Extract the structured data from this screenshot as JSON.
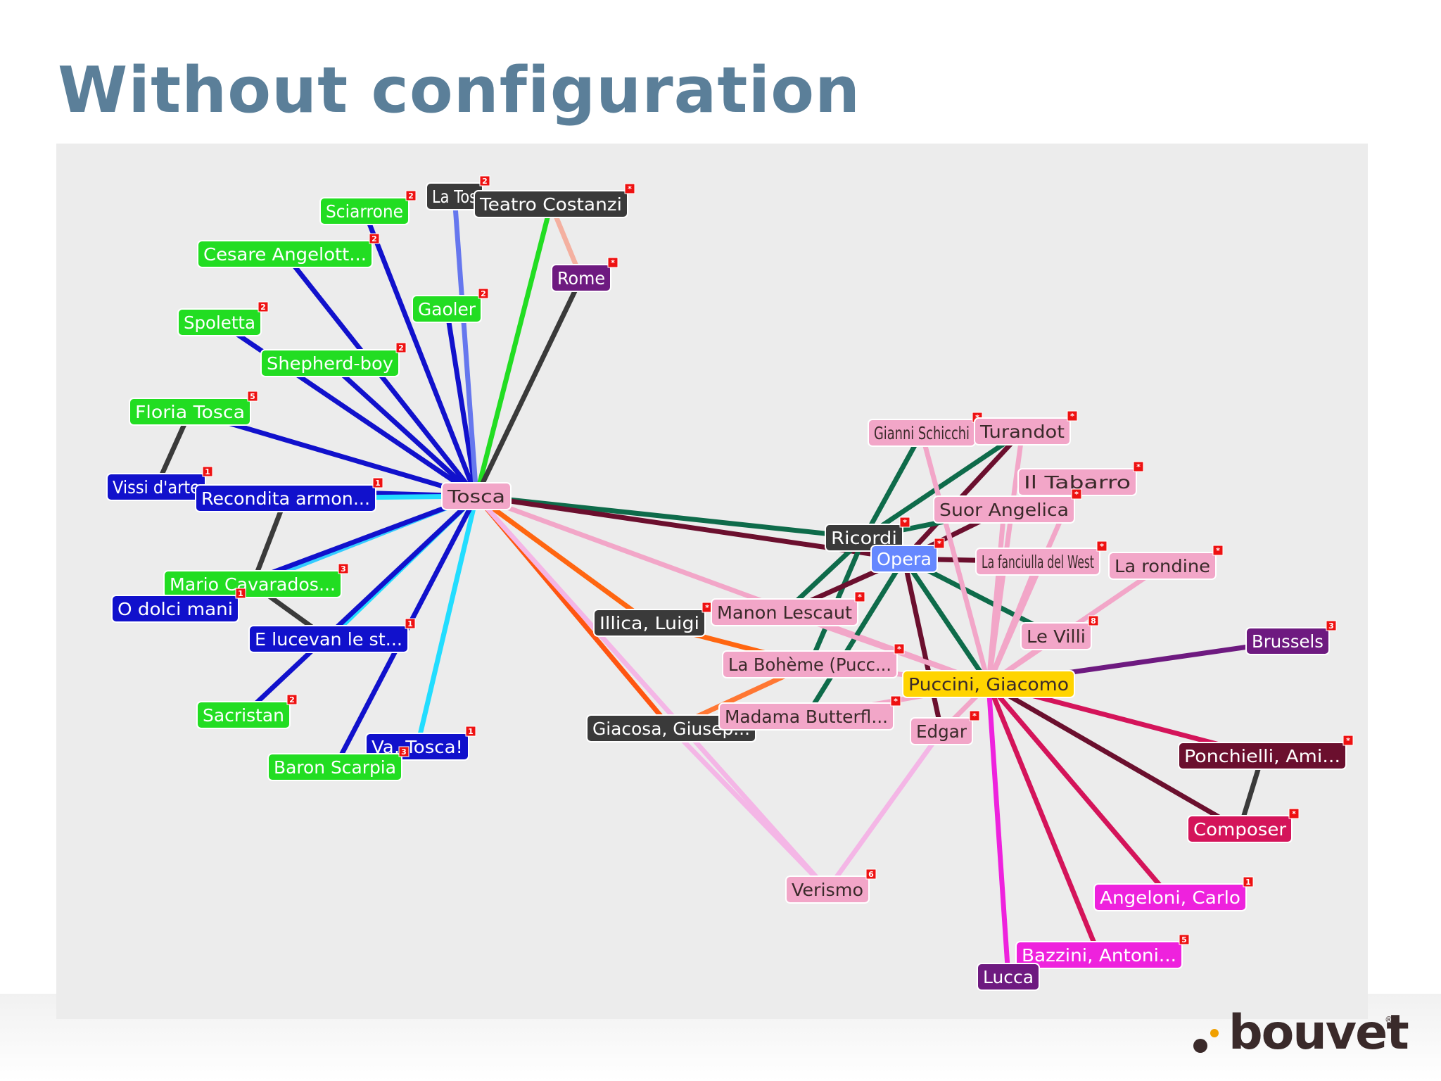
{
  "slide": {
    "title": "Without configuration"
  },
  "logo": {
    "text": "bouvet",
    "mark": "®"
  },
  "palette": {
    "green": "#22dd22",
    "blue": "#1111cc",
    "dark": "#3a3a3a",
    "pink": "#f2a6c8",
    "purple": "#6e1a80",
    "yellow": "#ffd400",
    "opera": "#6688ff",
    "maroon": "#6b0f2e",
    "crimson": "#d4145a",
    "magenta": "#ee22dd",
    "lilac": "#f4b6e6"
  },
  "graph": {
    "nodes": [
      {
        "id": "tosca",
        "label": "Tosca",
        "color": "pink"
      },
      {
        "id": "la_tosca",
        "label": "La Tos",
        "color": "dark",
        "badge": "2"
      },
      {
        "id": "teatro",
        "label": "Teatro Costanzi",
        "color": "dark",
        "badge": "*"
      },
      {
        "id": "rome",
        "label": "Rome",
        "color": "purple",
        "badge": "*"
      },
      {
        "id": "sciarrone",
        "label": "Sciarrone",
        "color": "green",
        "badge": "2"
      },
      {
        "id": "cesare",
        "label": "Cesare Angelott...",
        "color": "green",
        "badge": "2"
      },
      {
        "id": "gaoler",
        "label": "Gaoler",
        "color": "green",
        "badge": "2"
      },
      {
        "id": "spoletta",
        "label": "Spoletta",
        "color": "green",
        "badge": "2"
      },
      {
        "id": "shepherd",
        "label": "Shepherd-boy",
        "color": "green",
        "badge": "2"
      },
      {
        "id": "floria",
        "label": "Floria Tosca",
        "color": "green",
        "badge": "5"
      },
      {
        "id": "vissi",
        "label": "Vissi d'arte",
        "color": "blue",
        "badge": "1"
      },
      {
        "id": "recondita",
        "label": "Recondita armon...",
        "color": "blue",
        "badge": "1"
      },
      {
        "id": "mario",
        "label": "Mario Cavarados...",
        "color": "green",
        "badge": "3"
      },
      {
        "id": "odolci",
        "label": "O dolci mani",
        "color": "blue",
        "badge": "1"
      },
      {
        "id": "elucevan",
        "label": "E lucevan le st...",
        "color": "blue",
        "badge": "1"
      },
      {
        "id": "sacristan",
        "label": "Sacristan",
        "color": "green",
        "badge": "2"
      },
      {
        "id": "vatosca",
        "label": "Va, Tosca!",
        "color": "blue",
        "badge": "1"
      },
      {
        "id": "scarpia",
        "label": "Baron Scarpia",
        "color": "green",
        "badge": "3"
      },
      {
        "id": "illica",
        "label": "Illica, Luigi",
        "color": "dark",
        "badge": "*"
      },
      {
        "id": "giacosa",
        "label": "Giacosa, Giusep...",
        "color": "dark",
        "badge": "*"
      },
      {
        "id": "manon",
        "label": "Manon Lescaut",
        "color": "pink",
        "badge": "*"
      },
      {
        "id": "boheme",
        "label": "La Bohème (Pucc...",
        "color": "pink",
        "badge": "*"
      },
      {
        "id": "butterfly",
        "label": "Madama Butterfl...",
        "color": "pink",
        "badge": "*"
      },
      {
        "id": "verismo",
        "label": "Verismo",
        "color": "pink",
        "badge": "6"
      },
      {
        "id": "ricordi",
        "label": "Ricordi",
        "color": "dark",
        "badge": "*"
      },
      {
        "id": "opera",
        "label": "Opera",
        "color": "opera",
        "badge": "*"
      },
      {
        "id": "gianni",
        "label": "Gianni Schicchi",
        "color": "pink",
        "badge": "*"
      },
      {
        "id": "turandot",
        "label": "Turandot",
        "color": "pink",
        "badge": "*"
      },
      {
        "id": "tabarro",
        "label": "Il Tabarro",
        "color": "pink",
        "badge": "*"
      },
      {
        "id": "suor",
        "label": "Suor Angelica",
        "color": "pink",
        "badge": "*"
      },
      {
        "id": "fanciulla",
        "label": "La fanciulla del West",
        "color": "pink",
        "badge": "*"
      },
      {
        "id": "rondine",
        "label": "La rondine",
        "color": "pink",
        "badge": "*"
      },
      {
        "id": "levilli",
        "label": "Le Villi",
        "color": "pink",
        "badge": "8"
      },
      {
        "id": "edgar",
        "label": "Edgar",
        "color": "pink",
        "badge": "*"
      },
      {
        "id": "puccini",
        "label": "Puccini, Giacomo",
        "color": "yellow"
      },
      {
        "id": "brussels",
        "label": "Brussels",
        "color": "purple",
        "badge": "3"
      },
      {
        "id": "ponchielli",
        "label": "Ponchielli, Ami...",
        "color": "maroon",
        "badge": "*"
      },
      {
        "id": "composer",
        "label": "Composer",
        "color": "crimson",
        "badge": "*"
      },
      {
        "id": "angeloni",
        "label": "Angeloni, Carlo",
        "color": "magenta",
        "badge": "1"
      },
      {
        "id": "bazzini",
        "label": "Bazzini, Antoni...",
        "color": "magenta",
        "badge": "5"
      },
      {
        "id": "lucca",
        "label": "Lucca",
        "color": "purple"
      }
    ],
    "edges": [
      {
        "from": "tosca",
        "to": "sciarrone",
        "color": "blue"
      },
      {
        "from": "tosca",
        "to": "cesare",
        "color": "blue"
      },
      {
        "from": "tosca",
        "to": "gaoler",
        "color": "blue"
      },
      {
        "from": "tosca",
        "to": "spoletta",
        "color": "blue"
      },
      {
        "from": "tosca",
        "to": "shepherd",
        "color": "blue"
      },
      {
        "from": "tosca",
        "to": "floria",
        "color": "blue"
      },
      {
        "from": "tosca",
        "to": "vissi",
        "color": "blue"
      },
      {
        "from": "tosca",
        "to": "recondita",
        "color": "#22ddff"
      },
      {
        "from": "tosca",
        "to": "mario",
        "color": "#33ccff"
      },
      {
        "from": "tosca",
        "to": "odolci",
        "color": "blue"
      },
      {
        "from": "tosca",
        "to": "elucevan",
        "color": "#22ddff"
      },
      {
        "from": "tosca",
        "to": "sacristan",
        "color": "blue"
      },
      {
        "from": "tosca",
        "to": "vatosca",
        "color": "#22ddff"
      },
      {
        "from": "tosca",
        "to": "scarpia",
        "color": "blue"
      },
      {
        "from": "tosca",
        "to": "la_tosca",
        "color": "#6677ee"
      },
      {
        "from": "tosca",
        "to": "teatro",
        "color": "green"
      },
      {
        "from": "tosca",
        "to": "rome",
        "color": "dark"
      },
      {
        "from": "teatro",
        "to": "rome",
        "color": "#f4b0a0"
      },
      {
        "from": "tosca",
        "to": "illica",
        "color": "#ff6611"
      },
      {
        "from": "tosca",
        "to": "giacosa",
        "color": "#ff5511"
      },
      {
        "from": "tosca",
        "to": "ricordi",
        "color": "#0e6b4a"
      },
      {
        "from": "tosca",
        "to": "opera",
        "color": "maroon"
      },
      {
        "from": "tosca",
        "to": "puccini",
        "color": "pink"
      },
      {
        "from": "tosca",
        "to": "verismo",
        "color": "lilac"
      },
      {
        "from": "floria",
        "to": "vissi",
        "color": "dark"
      },
      {
        "from": "mario",
        "to": "recondita",
        "color": "dark"
      },
      {
        "from": "mario",
        "to": "elucevan",
        "color": "dark"
      },
      {
        "from": "illica",
        "to": "boheme",
        "color": "#ff6611"
      },
      {
        "from": "giacosa",
        "to": "butterfly",
        "color": "#ff6611"
      },
      {
        "from": "giacosa",
        "to": "boheme",
        "color": "#ff7733"
      },
      {
        "from": "giacosa",
        "to": "verismo",
        "color": "lilac"
      },
      {
        "from": "edgar",
        "to": "verismo",
        "color": "lilac"
      },
      {
        "from": "manon",
        "to": "ricordi",
        "color": "#0e6b4a"
      },
      {
        "from": "boheme",
        "to": "ricordi",
        "color": "#0e6b4a"
      },
      {
        "from": "butterfly",
        "to": "opera",
        "color": "#0e6b4a"
      },
      {
        "from": "manon",
        "to": "opera",
        "color": "maroon"
      },
      {
        "from": "gianni",
        "to": "ricordi",
        "color": "#0e6b4a"
      },
      {
        "from": "turandot",
        "to": "opera",
        "color": "maroon"
      },
      {
        "from": "turandot",
        "to": "ricordi",
        "color": "#0e6b4a"
      },
      {
        "from": "suor",
        "to": "opera",
        "color": "maroon"
      },
      {
        "from": "suor",
        "to": "ricordi",
        "color": "#0e6b4a"
      },
      {
        "from": "fanciulla",
        "to": "opera",
        "color": "maroon"
      },
      {
        "from": "levilli",
        "to": "ricordi",
        "color": "#0e6b4a"
      },
      {
        "from": "edgar",
        "to": "opera",
        "color": "maroon"
      },
      {
        "from": "opera",
        "to": "puccini",
        "color": "#0e6b4a"
      },
      {
        "from": "puccini",
        "to": "gianni",
        "color": "pink"
      },
      {
        "from": "puccini",
        "to": "turandot",
        "color": "pink"
      },
      {
        "from": "puccini",
        "to": "tabarro",
        "color": "pink"
      },
      {
        "from": "puccini",
        "to": "suor",
        "color": "pink"
      },
      {
        "from": "puccini",
        "to": "fanciulla",
        "color": "pink"
      },
      {
        "from": "puccini",
        "to": "rondine",
        "color": "pink"
      },
      {
        "from": "puccini",
        "to": "levilli",
        "color": "pink"
      },
      {
        "from": "puccini",
        "to": "edgar",
        "color": "pink"
      },
      {
        "from": "puccini",
        "to": "manon",
        "color": "pink"
      },
      {
        "from": "puccini",
        "to": "boheme",
        "color": "pink"
      },
      {
        "from": "puccini",
        "to": "butterfly",
        "color": "pink"
      },
      {
        "from": "puccini",
        "to": "brussels",
        "color": "purple"
      },
      {
        "from": "puccini",
        "to": "ponchielli",
        "color": "crimson"
      },
      {
        "from": "puccini",
        "to": "composer",
        "color": "maroon"
      },
      {
        "from": "puccini",
        "to": "angeloni",
        "color": "crimson"
      },
      {
        "from": "puccini",
        "to": "bazzini",
        "color": "crimson"
      },
      {
        "from": "puccini",
        "to": "lucca",
        "color": "magenta"
      },
      {
        "from": "ponchielli",
        "to": "composer",
        "color": "dark"
      }
    ]
  }
}
